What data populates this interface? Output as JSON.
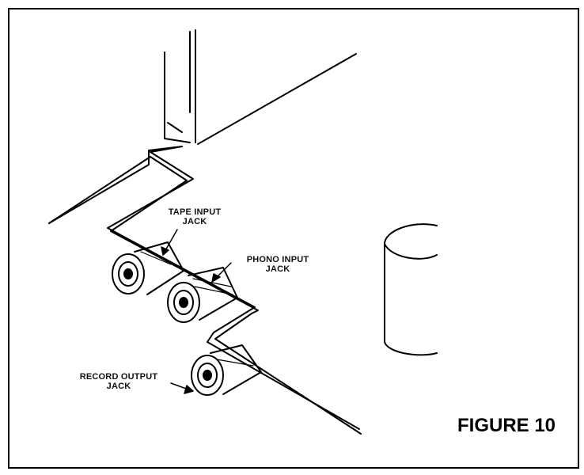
{
  "figure": {
    "caption": "FIGURE 10",
    "colors": {
      "ink": "#000000",
      "paper": "#ffffff",
      "shade": "#d8d8d8"
    }
  },
  "labels": {
    "tape_input": {
      "line1": "TAPE INPUT",
      "line2": "JACK"
    },
    "phono_input": {
      "line1": "PHONO INPUT",
      "line2": "JACK"
    },
    "record_output": {
      "line1": "RECORD OUTPUT",
      "line2": "JACK"
    }
  }
}
